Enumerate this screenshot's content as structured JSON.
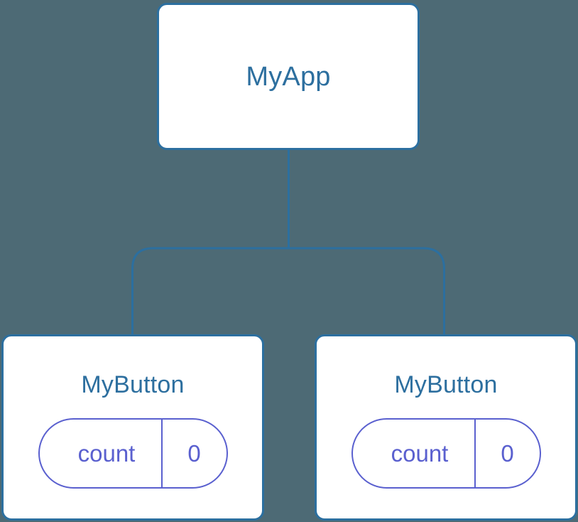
{
  "diagram": {
    "type": "component-tree",
    "background_color": "#4d6a75",
    "node_border_color": "#2c6f9f",
    "node_fill_color": "#ffffff",
    "node_label_color": "#2d6f9f",
    "state_accent_color": "#5a60cf",
    "edge_color": "#2c6f9f",
    "root": {
      "label": "MyApp"
    },
    "children": [
      {
        "label": "MyButton",
        "state": {
          "key": "count",
          "value": "0"
        }
      },
      {
        "label": "MyButton",
        "state": {
          "key": "count",
          "value": "0"
        }
      }
    ]
  }
}
